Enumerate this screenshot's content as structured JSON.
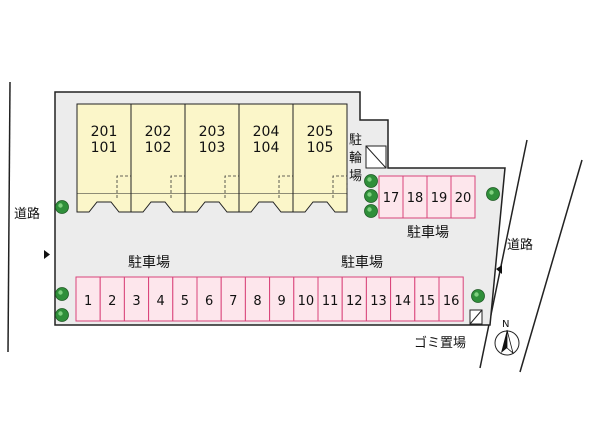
{
  "units": [
    {
      "upper": "201",
      "lower": "101"
    },
    {
      "upper": "202",
      "lower": "102"
    },
    {
      "upper": "203",
      "lower": "103"
    },
    {
      "upper": "204",
      "lower": "104"
    },
    {
      "upper": "205",
      "lower": "105"
    }
  ],
  "bike_parking": [
    "駐",
    "輪",
    "場"
  ],
  "parking_label": "駐車場",
  "road_label": "道路",
  "garbage_label": "ゴミ置場",
  "north_label": "N",
  "bottom_spaces": [
    "1",
    "2",
    "3",
    "4",
    "5",
    "6",
    "7",
    "8",
    "9",
    "10",
    "11",
    "12",
    "13",
    "14",
    "15",
    "16"
  ],
  "side_spaces": [
    "17",
    "18",
    "19",
    "20"
  ],
  "colors": {
    "lot": "#ececec",
    "building": "#fbf6c9",
    "parking_fill": "#fde6ec",
    "parking_stroke": "#d9447a",
    "tree": "#2f8f3a"
  }
}
